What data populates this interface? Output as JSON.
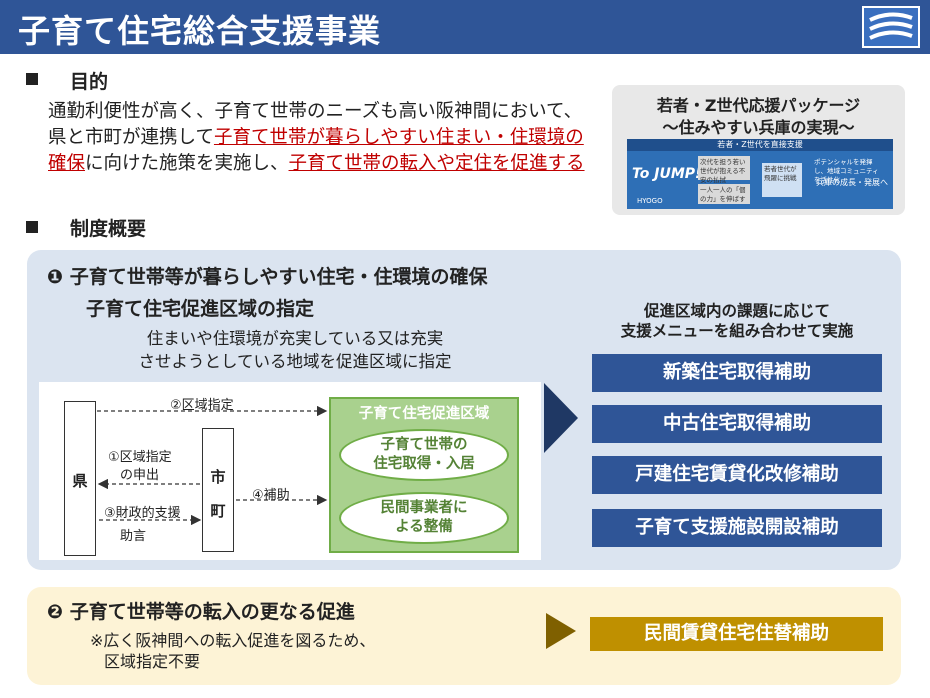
{
  "header": {
    "title": "子育て住宅総合支援事業"
  },
  "purpose": {
    "heading": "目的",
    "text_a": "通勤利便性が高く、子育て世帯のニーズも高い阪神間において、県と市町が連携して",
    "text_b": "子育て世帯が暮らしやすい住まい・住環境の確保",
    "text_c": "に向けた施策を実施し、",
    "text_d": "子育て世帯の転入や定住を促進する"
  },
  "overview": {
    "heading": "制度概要"
  },
  "package": {
    "line1": "若者・Z世代応援パッケージ",
    "line2": "～住みやすい兵庫の実現～",
    "banner_top": "若者・Z世代を直接支援",
    "banner_logo": "To JUMP!",
    "banner_hyogo": "HYOGO",
    "banner_box1": "次代を担う若い世代が抱える不安の払拭",
    "banner_box2": "一人一人の「個の力」を伸ばす",
    "banner_box3": "若者世代が飛躍に挑戦",
    "banner_box4": "ポテンシャルを発揮し、地域コミュニティを活性化",
    "banner_final": "兵庫の成長・発展へ"
  },
  "panel1": {
    "num": "❶",
    "title": "子育て世帯等が暮らしやすい住宅・住環境の確保",
    "subtitle": "子育て住宅促進区域の指定",
    "desc1": "住まいや住環境が充実している又は充実",
    "desc2": "させようとしている地域を促進区域に指定",
    "diagram": {
      "ken": "県",
      "shi": "市",
      "machi": "町",
      "arrow_top": "②区域指定",
      "arrow_req1": "①区域指定",
      "arrow_req2": "の申出",
      "arrow_fin1": "③財政的支援",
      "arrow_fin2": "助言",
      "arrow_sub": "④補助",
      "zone_title": "子育て住宅促進区域",
      "oval1_l1": "子育て世帯の",
      "oval1_l2": "住宅取得・入居",
      "oval2_l1": "民間事業者に",
      "oval2_l2": "よる整備"
    },
    "right_heading1": "促進区域内の課題に応じて",
    "right_heading2": "支援メニューを組み合わせて実施",
    "menus": [
      "新築住宅取得補助",
      "中古住宅取得補助",
      "戸建住宅賃貸化改修補助",
      "子育て支援施設開設補助"
    ]
  },
  "panel2": {
    "num": "❷",
    "title": "子育て世帯等の転入の更なる促進",
    "note1": "※広く阪神間への転入促進を図るため、",
    "note2": "区域指定不要",
    "menu": "民間賃貸住宅住替補助"
  },
  "colors": {
    "header": "#2f5597",
    "menu": "#2f5597",
    "accent_red": "#c00000",
    "green": "#a9d18e",
    "gold": "#bf9000"
  }
}
